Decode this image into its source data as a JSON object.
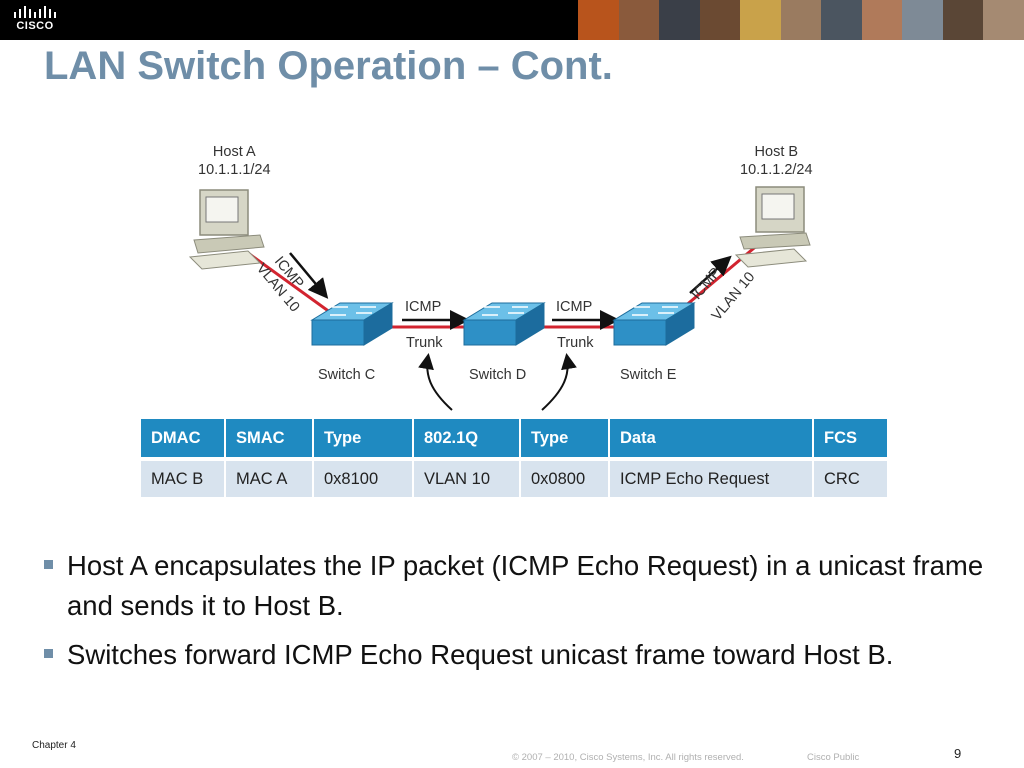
{
  "header": {
    "logo_text": "CISCO"
  },
  "title": "LAN Switch Operation – Cont.",
  "diagram": {
    "host_a": {
      "name": "Host A",
      "ip": "10.1.1.1/24"
    },
    "host_b": {
      "name": "Host B",
      "ip": "10.1.1.2/24"
    },
    "switches": [
      "Switch C",
      "Switch D",
      "Switch E"
    ],
    "link_labels": {
      "left_protocol": "ICMP",
      "left_vlan": "VLAN 10",
      "right_protocol": "ICMP",
      "right_vlan": "VLAN 10",
      "trunk1_protocol": "ICMP",
      "trunk1_label": "Trunk",
      "trunk2_protocol": "ICMP",
      "trunk2_label": "Trunk"
    },
    "colors": {
      "link": "#d2242f",
      "switch": "#2e90c6",
      "arrow": "#111111"
    }
  },
  "frame_table": {
    "headers": [
      "DMAC",
      "SMAC",
      "Type",
      "802.1Q",
      "Type",
      "Data",
      "FCS"
    ],
    "row": [
      "MAC B",
      "MAC A",
      "0x8100",
      "VLAN 10",
      "0x0800",
      "ICMP Echo Request",
      "CRC"
    ],
    "colors": {
      "header_bg": "#1f8ac1",
      "cell_bg": "#d8e3ee"
    }
  },
  "bullets": [
    "Host A encapsulates the IP packet (ICMP Echo Request) in a unicast frame and sends it to Host B.",
    "Switches forward ICMP Echo Request unicast frame toward Host B."
  ],
  "footer": {
    "chapter": "Chapter 4",
    "copyright": "© 2007 – 2010, Cisco Systems, Inc. All rights reserved.",
    "classification": "Cisco Public",
    "page": "9"
  }
}
